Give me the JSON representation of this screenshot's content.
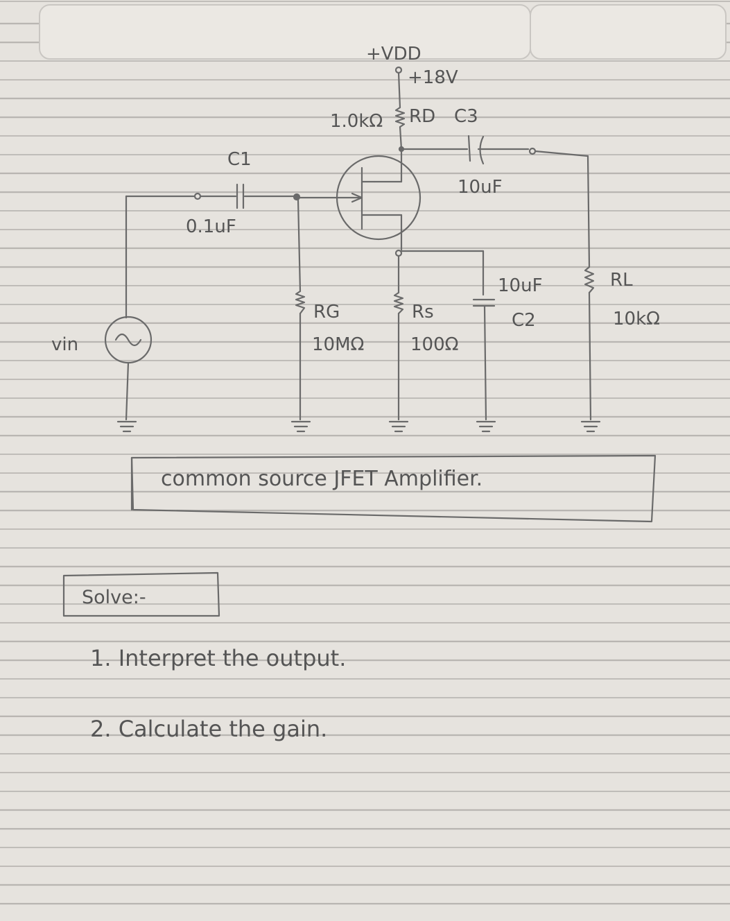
{
  "circuit": {
    "supply_label": "+VDD",
    "supply_value": "+18V",
    "rd_value": "1.0kΩ",
    "rd_label": "RD",
    "c3_label": "C3",
    "c3_value": "10uF",
    "c1_label": "C1",
    "c1_value": "0.1uF",
    "rg_label": "RG",
    "rg_value": "10MΩ",
    "rs_label": "Rs",
    "rs_value": "100Ω",
    "c2_value": "10uF",
    "c2_label": "C2",
    "rl_label": "RL",
    "rl_value": "10kΩ",
    "source_label": "vin",
    "source_symbol": "~"
  },
  "title_box": {
    "text": "common source JFET Amplifier."
  },
  "solve": {
    "heading": "Solve:-",
    "q1": "1. Interpret the output.",
    "q2": "2. Calculate the gain."
  }
}
